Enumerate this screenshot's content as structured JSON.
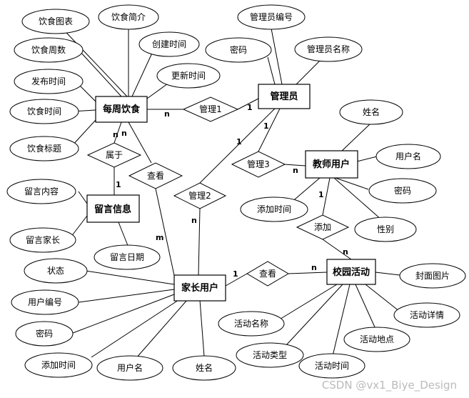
{
  "entities": {
    "weekly_diet": "每周饮食",
    "admin": "管理员",
    "teacher": "教师用户",
    "message": "留言信息",
    "parent": "家长用户",
    "activity": "校园活动"
  },
  "relationships": {
    "manage1": "管理1",
    "manage2": "管理2",
    "manage3": "管理3",
    "belongs": "属于",
    "view_diet": "查看",
    "view_activity": "查看",
    "add": "添加"
  },
  "attributes": {
    "weekly_diet": [
      "饮食图表",
      "饮食简介",
      "饮食周数",
      "创建时间",
      "发布时间",
      "更新时间",
      "饮食时间",
      "饮食标题"
    ],
    "admin": [
      "管理员编号",
      "密码",
      "管理员名称"
    ],
    "teacher": [
      "姓名",
      "用户名",
      "密码",
      "添加时间",
      "性别"
    ],
    "message": [
      "留言内容",
      "留言家长",
      "留言日期"
    ],
    "parent": [
      "状态",
      "用户编号",
      "密码",
      "添加时间",
      "用户名",
      "姓名"
    ],
    "activity": [
      "封面图片",
      "活动详情",
      "活动名称",
      "活动地点",
      "活动类型",
      "活动时间"
    ]
  },
  "cardinalities": {
    "diet_manage1": "n",
    "admin_manage1": "1",
    "admin_manage2": "1",
    "parent_manage2": "n",
    "admin_manage3": "1",
    "teacher_manage3": "n",
    "diet_belongs": "n",
    "message_belongs": "1",
    "diet_view": "n",
    "parent_view": "m",
    "parent_view_activity": "1",
    "activity_view": "n",
    "teacher_add": "1",
    "activity_add": "n"
  },
  "watermark": "CSDN @vx1_Biye_Design"
}
